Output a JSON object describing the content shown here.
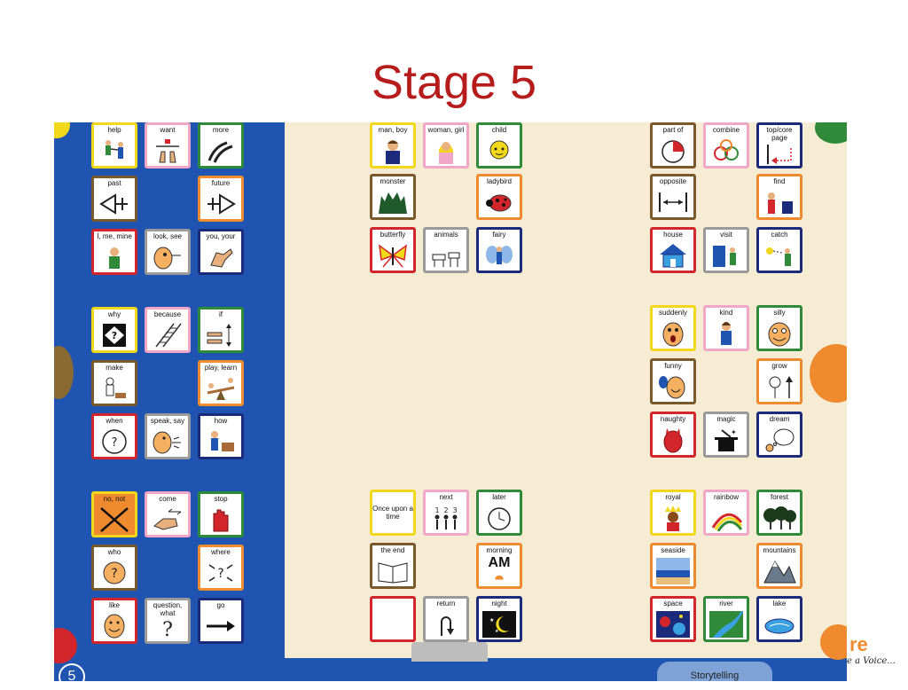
{
  "page": {
    "title": "Stage 5"
  },
  "colors": {
    "blue": "#1f55b0",
    "board": "#f6ecd3",
    "title": "#b71c1c"
  },
  "tabs": {
    "storytelling": "Storytelling",
    "stage_number": "5"
  },
  "logo": {
    "fragment": "re",
    "tagline": "e a Voice..."
  },
  "cards": {
    "help": "help",
    "want": "want",
    "more": "more",
    "past": "past",
    "future": "future",
    "i_me_mine": "I, me, mine",
    "look_see": "look, see",
    "you_your": "you, your",
    "why": "why",
    "because": "because",
    "if": "if",
    "make": "make",
    "play_learn": "play, learn",
    "when": "when",
    "speak_say": "speak, say",
    "how": "how",
    "no_not": "no, not",
    "come": "come",
    "stop": "stop",
    "who": "who",
    "where": "where",
    "like": "like",
    "question_what": "question, what",
    "go": "go",
    "man_boy": "man, boy",
    "woman_girl": "woman, girl",
    "child": "child",
    "monster": "monster",
    "ladybird": "ladybird",
    "butterfly": "butterfly",
    "animals": "animals",
    "fairy": "fairy",
    "once_upon_a_time": "Once upon a time",
    "next": "next",
    "later": "later",
    "the_end": "the end",
    "morning": "morning",
    "am": "AM",
    "return": "return",
    "night": "night",
    "part_of": "part of",
    "combine": "combine",
    "top_core_page": "top/core page",
    "opposite": "opposite",
    "find": "find",
    "house": "house",
    "visit": "visit",
    "catch": "catch",
    "suddenly": "suddenly",
    "kind": "kind",
    "silly": "silly",
    "funny": "funny",
    "grow": "grow",
    "naughty": "naughty",
    "magic": "magic",
    "dream": "dream",
    "royal": "royal",
    "rainbow": "rainbow",
    "forest": "forest",
    "seaside": "seaside",
    "mountains": "mountains",
    "space": "space",
    "river": "river",
    "lake": "lake"
  }
}
